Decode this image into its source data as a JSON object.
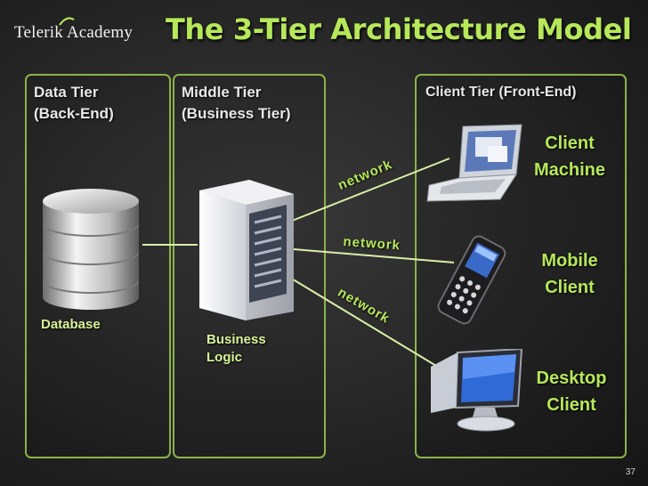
{
  "brand": {
    "name": "Telerik Academy"
  },
  "title": "The 3-Tier Architecture Model",
  "tiers": {
    "data": {
      "label_line1": "Data Tier",
      "label_line2": "(Back-End)",
      "component": "Database"
    },
    "middle": {
      "label_line1": "Middle Tier",
      "label_line2": "(Business Tier)",
      "component_line1": "Business",
      "component_line2": "Logic"
    },
    "client": {
      "label": "Client Tier (Front-End)"
    }
  },
  "clients": [
    {
      "line1": "Client",
      "line2": "Machine",
      "icon": "laptop-icon"
    },
    {
      "line1": "Mobile",
      "line2": "Client",
      "icon": "mobile-phone-icon"
    },
    {
      "line1": "Desktop",
      "line2": "Client",
      "icon": "desktop-monitor-icon"
    }
  ],
  "network_labels": [
    "network",
    "network",
    "network"
  ],
  "page_number": "37",
  "colors": {
    "accent": "#b6e85a",
    "border": "#8ab34a",
    "connector": "#d9f0a8",
    "background": "#2a2a2a"
  }
}
